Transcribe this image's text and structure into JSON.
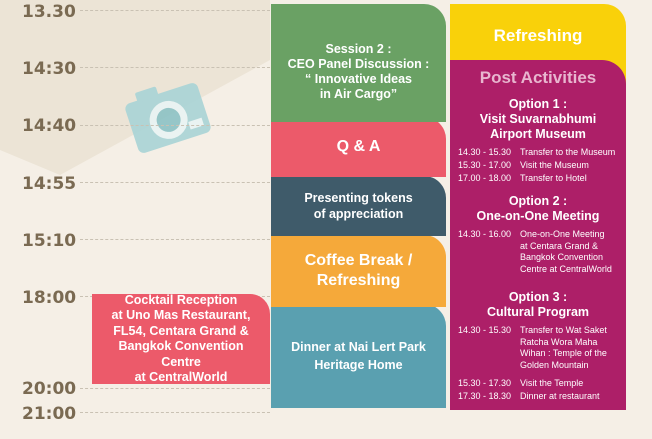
{
  "times": [
    "13.30",
    "14:30",
    "14:40",
    "14:55",
    "15:10",
    "18:00",
    "20:00",
    "21:00"
  ],
  "session": {
    "line1": "Session 2 :",
    "line2": "CEO Panel Discussion :",
    "line3": "“ Innovative Ideas",
    "line4": "in Air Cargo”"
  },
  "qa": "Q & A",
  "tokens": {
    "line1": "Presenting tokens",
    "line2": "of appreciation"
  },
  "coffee": {
    "line1": "Coffee Break /",
    "line2": "Refreshing"
  },
  "dinner": {
    "line1": "Dinner at Nai Lert Park",
    "line2": "Heritage Home"
  },
  "refreshing": "Refreshing",
  "post_activities": {
    "title": "Post Activities",
    "option1": {
      "heading1": "Option 1 :",
      "heading2": "Visit Suvarnabhumi",
      "heading3": "Airport Museum",
      "rows": [
        {
          "time": "14.30 - 15.30",
          "desc": "Transfer to the Museum"
        },
        {
          "time": "15.30 - 17.00",
          "desc": "Visit the Museum"
        },
        {
          "time": "17.00 - 18.00",
          "desc": "Transfer to Hotel"
        }
      ]
    },
    "option2": {
      "heading1": "Option 2 :",
      "heading2": "One-on-One Meeting",
      "rows": [
        {
          "time": "14.30 - 16.00",
          "desc1": "One-on-One Meeting",
          "desc2": "at Centara Grand &",
          "desc3": "Bangkok Convention",
          "desc4": "Centre at CentralWorld"
        }
      ]
    },
    "option3": {
      "heading1": "Option 3 :",
      "heading2": "Cultural Program",
      "rows": [
        {
          "time": "14.30 - 15.30",
          "desc1": "Transfer to Wat Saket",
          "desc2": "Ratcha Wora Maha",
          "desc3": "Wihan : Temple of the",
          "desc4": "Golden Mountain"
        },
        {
          "time": "15.30 - 17.30",
          "desc": "Visit the Temple"
        },
        {
          "time": "17.30 - 18.30",
          "desc": "Dinner at restaurant"
        }
      ]
    }
  },
  "cocktail": {
    "line1": "Cocktail Reception",
    "line2": "at Uno Mas Restaurant,",
    "line3": "FL54, Centara Grand &",
    "line4": "Bangkok Convention Centre",
    "line5": "at CentralWorld"
  },
  "colors": {
    "background": "#f5efe6",
    "time_text": "#7a6a52",
    "green": "#6aa164",
    "coral": "#ec5a6a",
    "slate": "#3f5b6a",
    "orange": "#f5a93a",
    "teal": "#5aa0b0",
    "yellow": "#f9d10a",
    "magenta": "#ad1f68"
  },
  "icons": [
    "camera-icon"
  ]
}
